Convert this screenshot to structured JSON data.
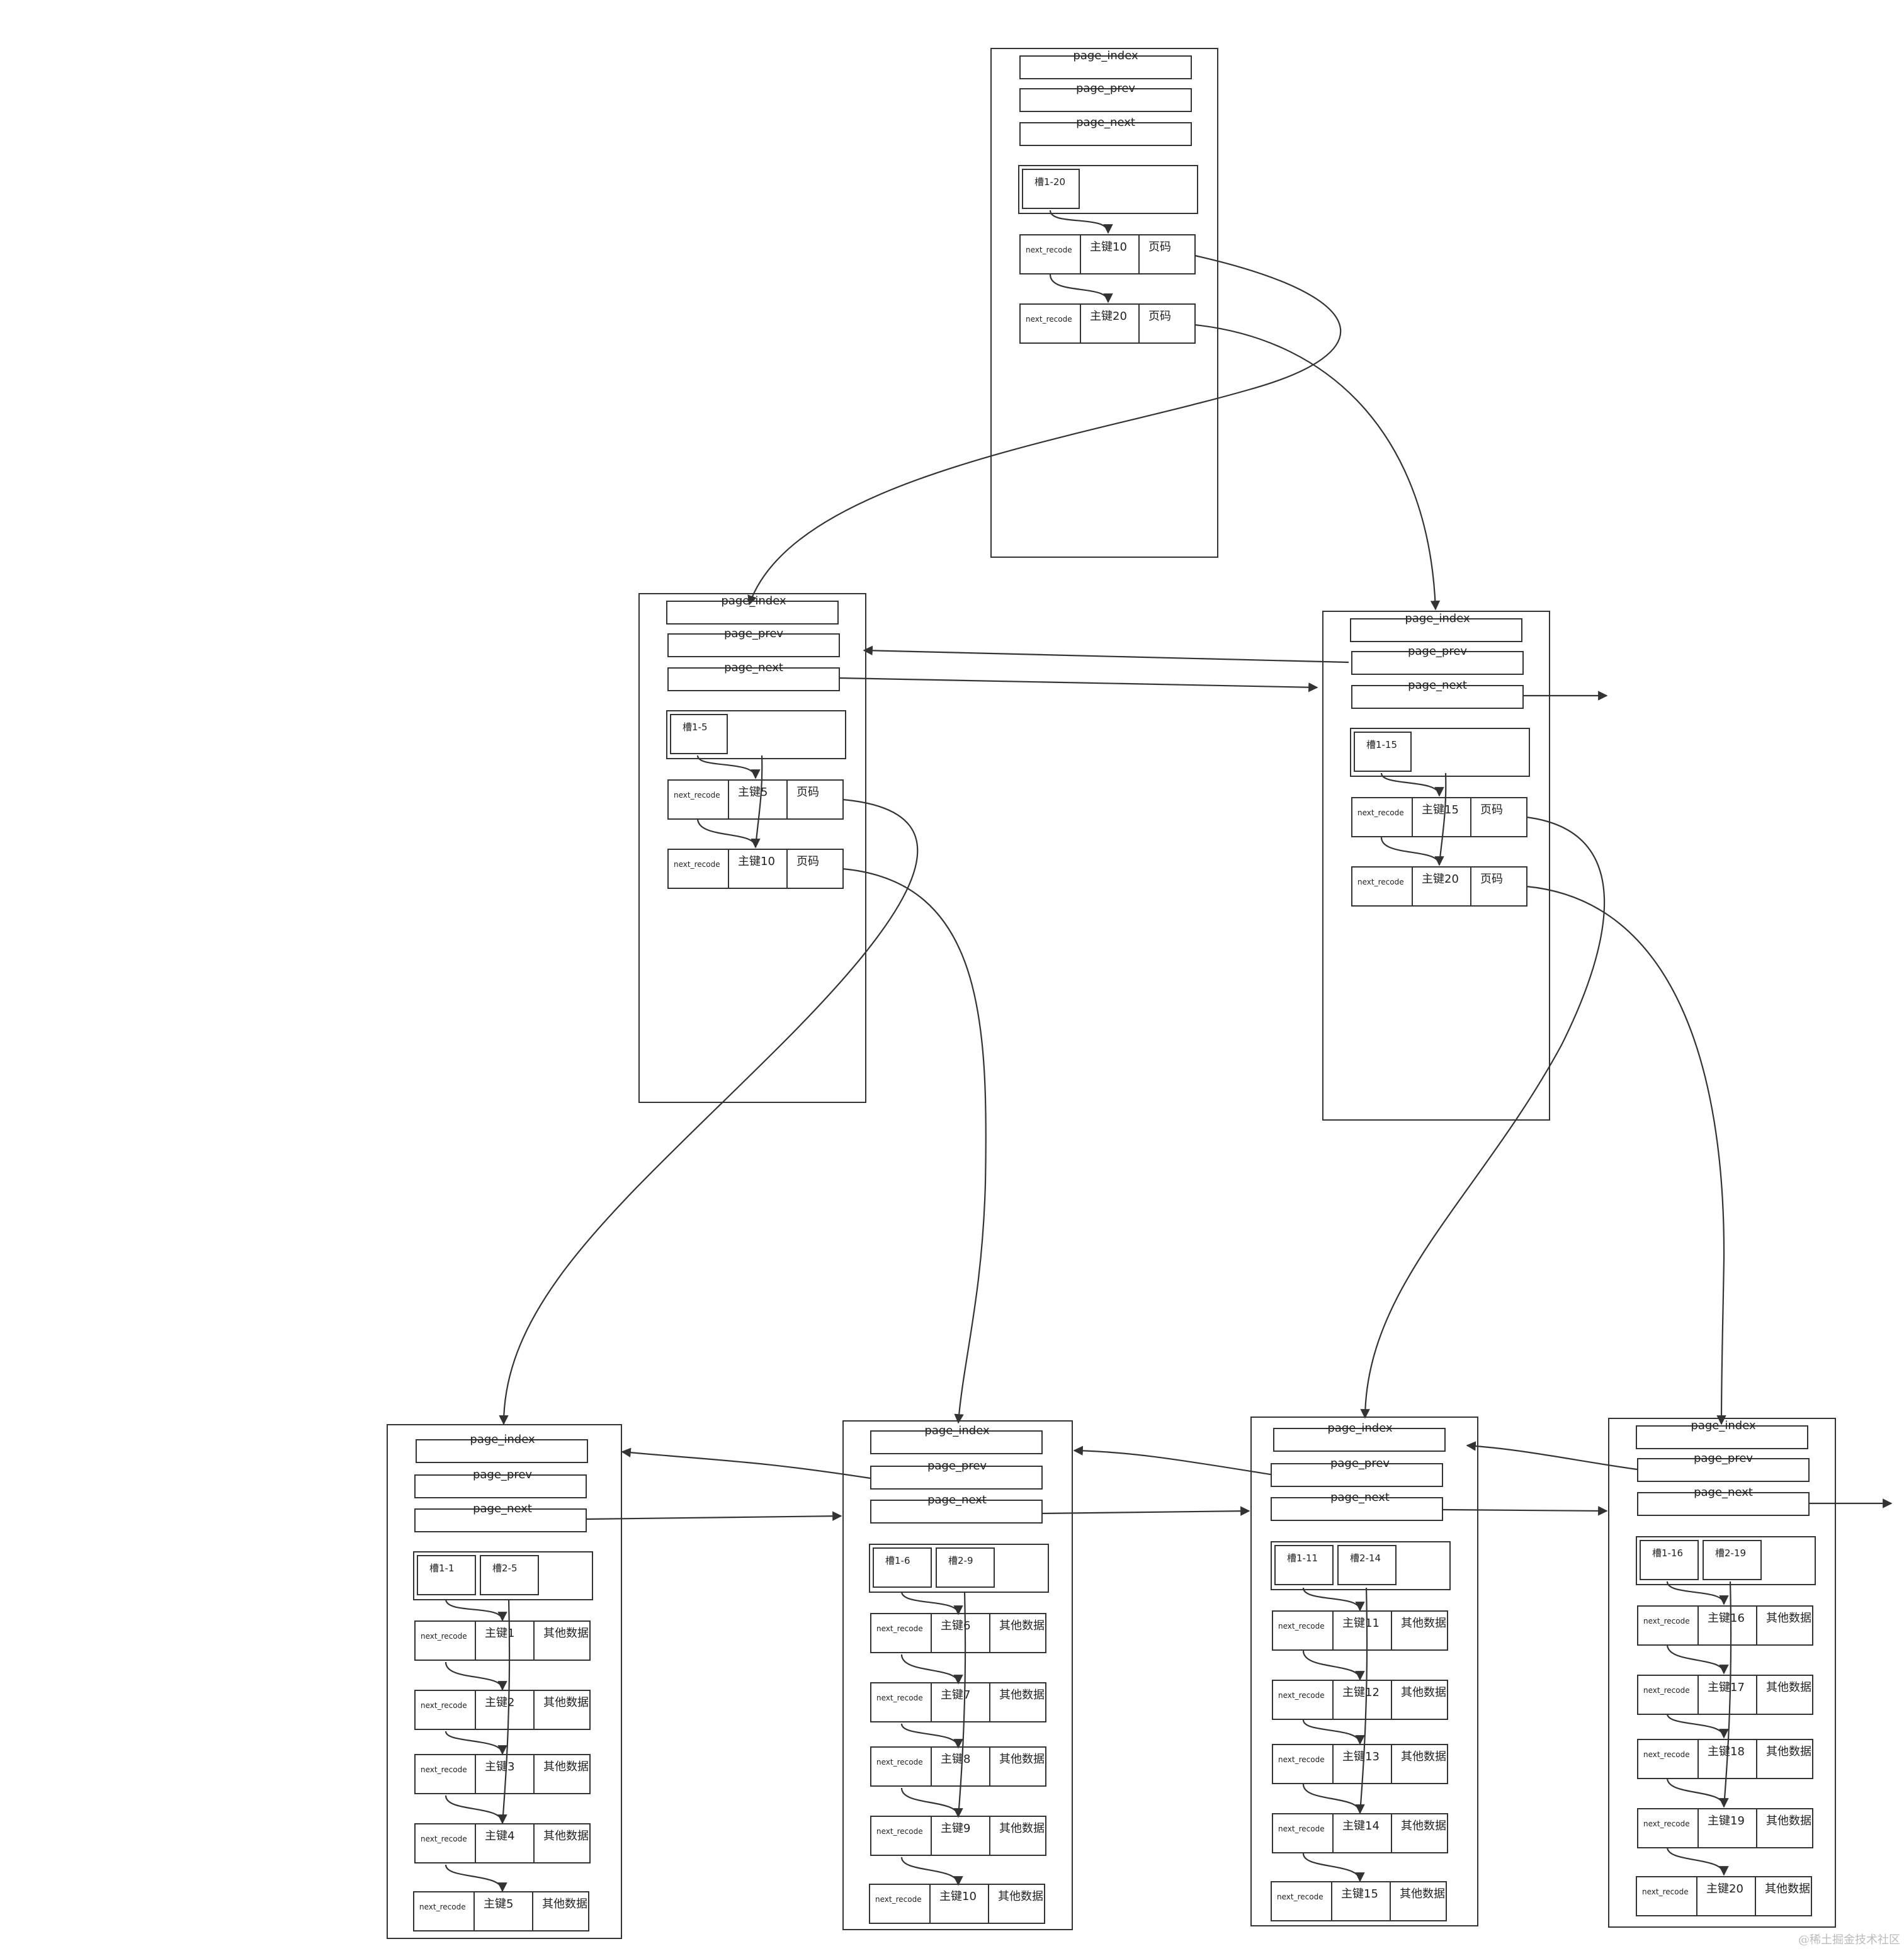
{
  "labels": {
    "page_index": "page_index",
    "page_prev": "page_prev",
    "page_next": "page_next",
    "next_record": "next_recode",
    "page_number": "页码",
    "other_data": "其他数据"
  },
  "root_page": {
    "slots": [
      "槽1-20"
    ],
    "records": [
      {
        "key": "主键10",
        "value": "页码"
      },
      {
        "key": "主键20",
        "value": "页码"
      }
    ]
  },
  "middle_pages": [
    {
      "slots": [
        "槽1-5"
      ],
      "records": [
        {
          "key": "主键5",
          "value": "页码"
        },
        {
          "key": "主键10",
          "value": "页码"
        }
      ]
    },
    {
      "slots": [
        "槽1-15"
      ],
      "records": [
        {
          "key": "主键15",
          "value": "页码"
        },
        {
          "key": "主键20",
          "value": "页码"
        }
      ]
    }
  ],
  "leaf_pages": [
    {
      "slots": [
        "槽1-1",
        "槽2-5"
      ],
      "records": [
        {
          "key": "主键1",
          "value": "其他数据"
        },
        {
          "key": "主键2",
          "value": "其他数据"
        },
        {
          "key": "主键3",
          "value": "其他数据"
        },
        {
          "key": "主键4",
          "value": "其他数据"
        },
        {
          "key": "主键5",
          "value": "其他数据"
        }
      ]
    },
    {
      "slots": [
        "槽1-6",
        "槽2-9"
      ],
      "records": [
        {
          "key": "主键6",
          "value": "其他数据"
        },
        {
          "key": "主键7",
          "value": "其他数据"
        },
        {
          "key": "主键8",
          "value": "其他数据"
        },
        {
          "key": "主键9",
          "value": "其他数据"
        },
        {
          "key": "主键10",
          "value": "其他数据"
        }
      ]
    },
    {
      "slots": [
        "槽1-11",
        "槽2-14"
      ],
      "records": [
        {
          "key": "主键11",
          "value": "其他数据"
        },
        {
          "key": "主键12",
          "value": "其他数据"
        },
        {
          "key": "主键13",
          "value": "其他数据"
        },
        {
          "key": "主键14",
          "value": "其他数据"
        },
        {
          "key": "主键15",
          "value": "其他数据"
        }
      ]
    },
    {
      "slots": [
        "槽1-16",
        "槽2-19"
      ],
      "records": [
        {
          "key": "主键16",
          "value": "其他数据"
        },
        {
          "key": "主键17",
          "value": "其他数据"
        },
        {
          "key": "主键18",
          "value": "其他数据"
        },
        {
          "key": "主键19",
          "value": "其他数据"
        },
        {
          "key": "主键20",
          "value": "其他数据"
        }
      ]
    }
  ],
  "watermark": "@稀土掘金技术社区",
  "colors": {
    "line": "#333333"
  }
}
